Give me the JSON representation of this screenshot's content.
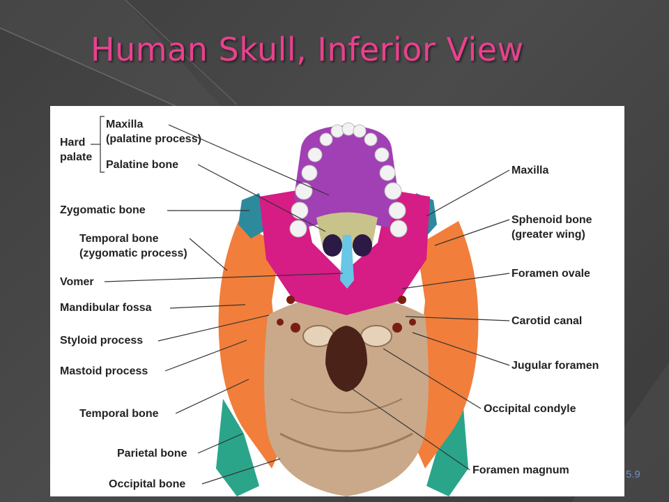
{
  "slide": {
    "title": "Human Skull, Inferior View",
    "slide_number": "5.9"
  },
  "diagram": {
    "left_labels": {
      "hard_palate": "Hard\npalate",
      "maxilla_palatine": "Maxilla\n(palatine process)",
      "palatine_bone": "Palatine bone",
      "zygomatic_bone": "Zygomatic bone",
      "temporal_zygomatic": "Temporal bone\n(zygomatic process)",
      "vomer": "Vomer",
      "mandibular_fossa": "Mandibular fossa",
      "styloid_process": "Styloid process",
      "mastoid_process": "Mastoid process",
      "temporal_bone": "Temporal bone",
      "parietal_bone": "Parietal bone",
      "occipital_bone": "Occipital bone"
    },
    "right_labels": {
      "maxilla": "Maxilla",
      "sphenoid": "Sphenoid bone\n(greater wing)",
      "foramen_ovale": "Foramen ovale",
      "carotid_canal": "Carotid canal",
      "jugular_foramen": "Jugular foramen",
      "occipital_condyle": "Occipital condyle",
      "foramen_magnum": "Foramen magnum"
    },
    "bone_colors": {
      "maxilla": "#a13fb4",
      "palatine": "#c8c38a",
      "sphenoid": "#d61c85",
      "vomer": "#68c6e6",
      "zygomatic": "#2c8a9c",
      "temporal": "#f17e3a",
      "occipital": "#c9a98a",
      "parietal": "#2aa58a"
    }
  }
}
